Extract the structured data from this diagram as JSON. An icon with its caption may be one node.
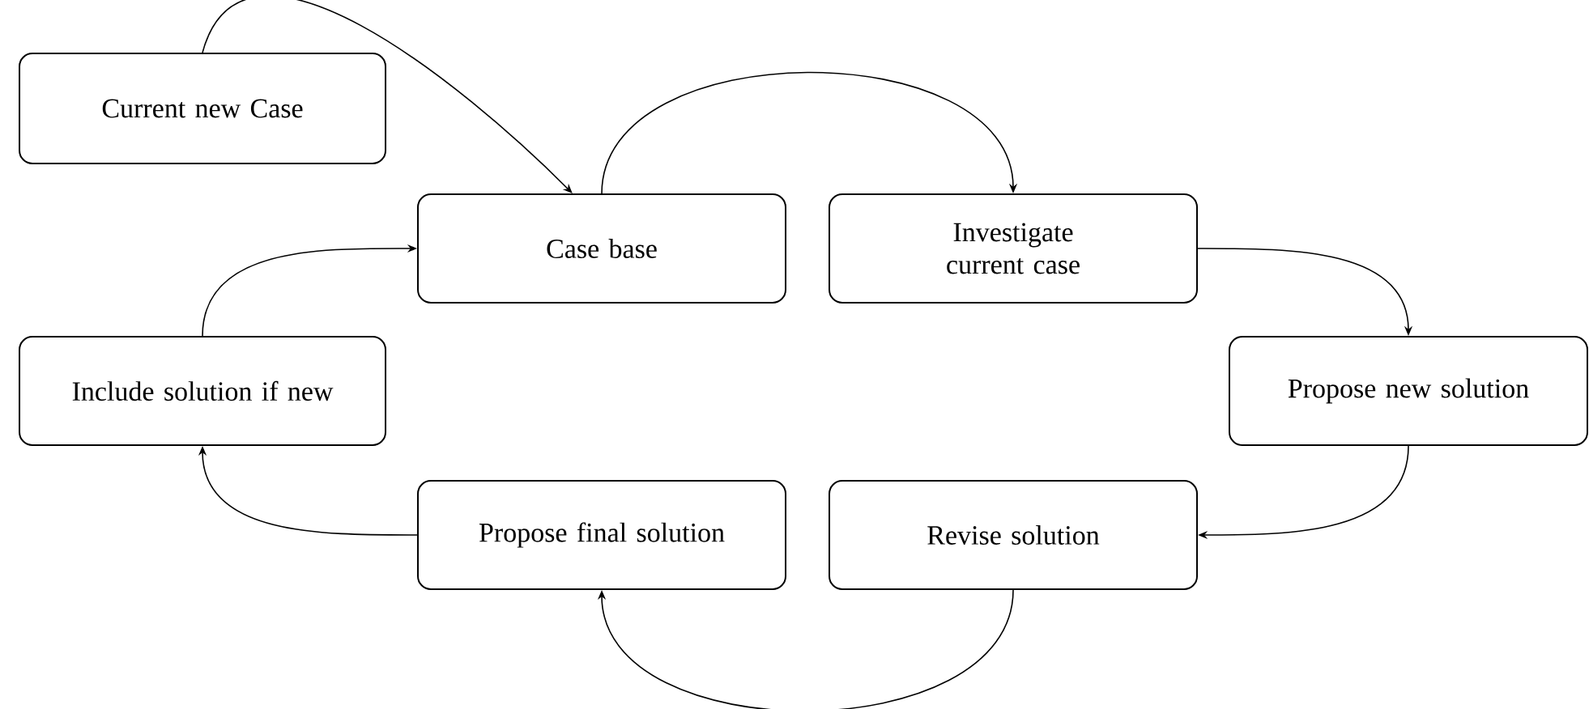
{
  "diagram": {
    "nodes": [
      {
        "text": [
          "Current new Case"
        ]
      },
      {
        "text": [
          "Case base"
        ]
      },
      {
        "text": [
          "Investigate current case"
        ]
      },
      {
        "text": [
          "Propose new solution"
        ]
      },
      {
        "text": [
          "Revise solution"
        ]
      },
      {
        "text": [
          "Propose final solution"
        ]
      },
      {
        "text": [
          "Include solution if new"
        ]
      }
    ],
    "edges": [
      {
        "from": 0,
        "to": 1,
        "arrow": "to"
      },
      {
        "from": 1,
        "to": 2,
        "arrow": "to"
      },
      {
        "from": 2,
        "to": 3,
        "arrow": "to"
      },
      {
        "from": 3,
        "to": 4,
        "arrow": "to"
      },
      {
        "from": 4,
        "to": 5,
        "arrow": "to"
      },
      {
        "from": 5,
        "to": 6,
        "arrow": "to"
      },
      {
        "from": 6,
        "to": 1,
        "arrow": "to"
      }
    ]
  }
}
